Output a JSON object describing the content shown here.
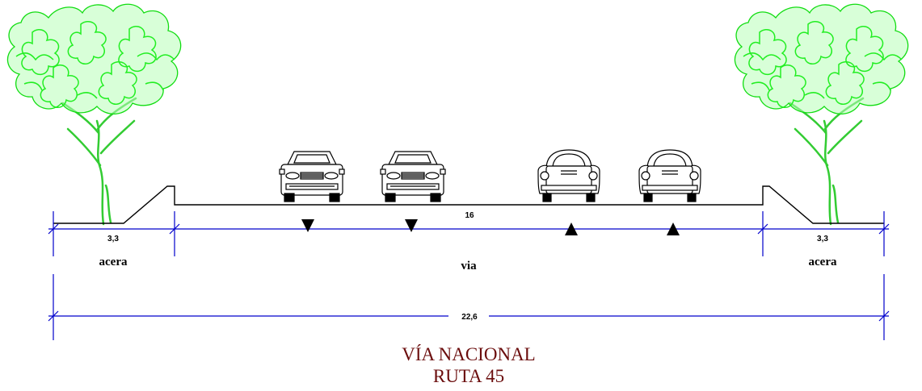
{
  "labels": {
    "sidewalk_left": "acera",
    "roadway": "via",
    "sidewalk_right": "acera"
  },
  "dimensions": {
    "sidewalk_left": "3,3",
    "roadway": "16",
    "sidewalk_right": "3,3",
    "total": "22,6"
  },
  "title": {
    "line1": "VÍA NACIONAL",
    "line2": "RUTA 45"
  },
  "vehicles": {
    "southbound": [
      "sedan-car",
      "sedan-car"
    ],
    "northbound": [
      "beetle-car",
      "beetle-car"
    ]
  },
  "lane_directions": [
    "down",
    "down",
    "up",
    "up"
  ],
  "icons": [
    "tree-icon",
    "sedan-car-icon",
    "beetle-car-icon",
    "arrow-down-icon",
    "arrow-up-icon"
  ],
  "colors": {
    "dimension_line": "#0000cc",
    "tree_foliage": "#22ee22",
    "tree_trunk": "#33cc33",
    "profile_line": "#000000",
    "title": "#6b0d0d"
  }
}
